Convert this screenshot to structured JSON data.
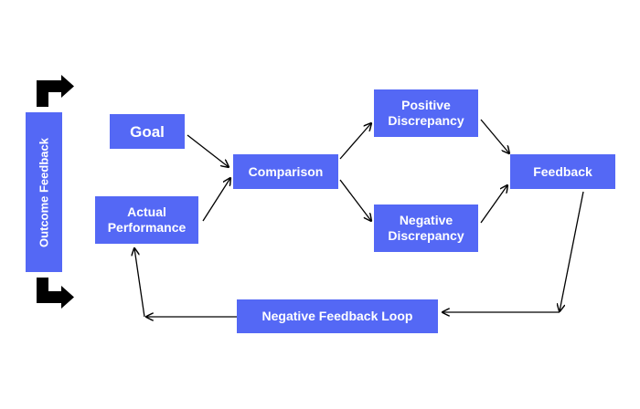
{
  "nodes": {
    "goal": "Goal",
    "actual_line1": "Actual",
    "actual_line2": "Performance",
    "comparison": "Comparison",
    "positive_line1": "Positive",
    "positive_line2": "Discrepancy",
    "negative_line1": "Negative",
    "negative_line2": "Discrepancy",
    "feedback": "Feedback",
    "loop": "Negative Feedback Loop"
  },
  "outcome_label": "Outcome Feedback",
  "colors": {
    "box": "#5468f5",
    "text": "#ffffff",
    "arrow": "#000000"
  }
}
